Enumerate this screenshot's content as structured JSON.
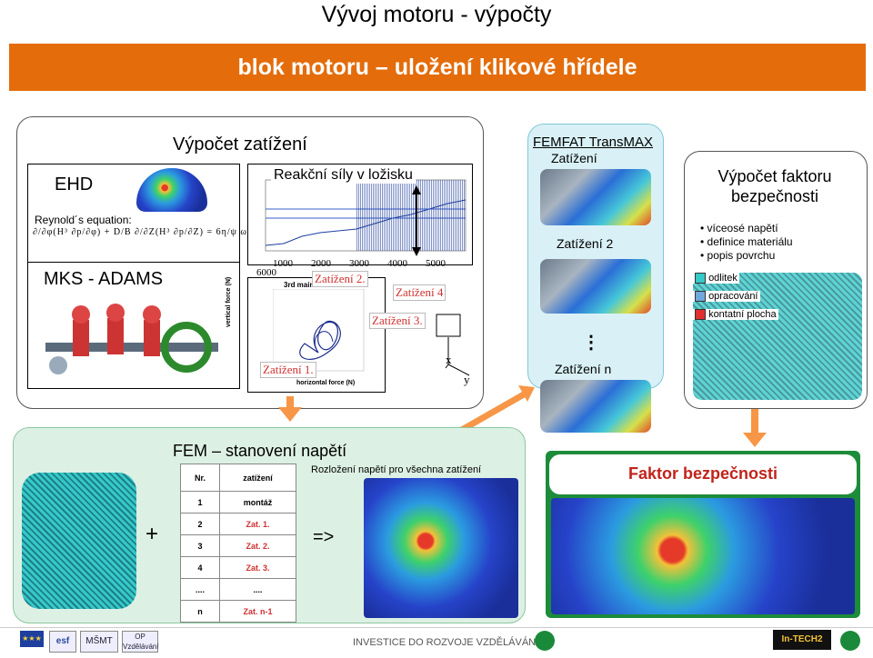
{
  "page": {
    "title": "Vývoj motoru - výpočty",
    "banner": "blok motoru – uložení klikové hřídele"
  },
  "load_calc": {
    "heading": "Výpočet zatížení",
    "ehd_label": "EHD",
    "reynolds": "Reynold´s equation:",
    "mks_label": "MKS - ADAMS",
    "chart_title": "Reakční síly v ložisku",
    "x_ticks": [
      "1000",
      "2000",
      "3000",
      "4000",
      "5000"
    ],
    "polar_y_tick": "6000",
    "polar_annotation": "3rd main",
    "polar_ylabel": "vertical force (N)",
    "polar_xlabel": "horizontal force (N)",
    "load1": "Zatížení 1.",
    "load2": "Zatížení 2.",
    "load3": "Zatížení 3.",
    "load4": "Zatížení 4",
    "axis_x": "x",
    "axis_y": "y"
  },
  "femfat": {
    "title": "FEMFAT TransMAX",
    "load": "Zatížení",
    "load2": "Zatížení 2",
    "dots": "⋮",
    "loadn": "Zatížení n"
  },
  "safety": {
    "title_line1": "Výpočet faktoru",
    "title_line2": "bezpečnosti",
    "bullets": [
      "víceosé napětí",
      "definice materiálu",
      "popis povrchu"
    ],
    "legend": [
      {
        "label": "odlitek",
        "color": "#36c9c9"
      },
      {
        "label": "opracování",
        "color": "#6fa8dc"
      },
      {
        "label": "kontatní plocha",
        "color": "#e03030"
      }
    ]
  },
  "fem": {
    "heading": "FEM – stanovení napětí",
    "plus": "+",
    "implies": "=>",
    "distribution": "Rozložení napětí pro všechna zatížení",
    "table_headers": [
      "Nr.",
      "zatížení"
    ],
    "rows": [
      [
        "1",
        "montáž"
      ],
      [
        "2",
        "Zat. 1."
      ],
      [
        "3",
        "Zat. 2."
      ],
      [
        "4",
        "Zat. 3."
      ],
      [
        "....",
        "...."
      ],
      [
        "n",
        "Zat. n-1"
      ]
    ]
  },
  "result": {
    "label": "Faktor bezpečnosti"
  },
  "footer": {
    "text": "INVESTICE DO ROZVOJE VZDĚLÁVÁNÍ",
    "logo_esf": "esf",
    "logo_msmt": "MŠMT",
    "logo_op": "OP Vzdělávání",
    "logo_intech": "In-TECH2"
  }
}
